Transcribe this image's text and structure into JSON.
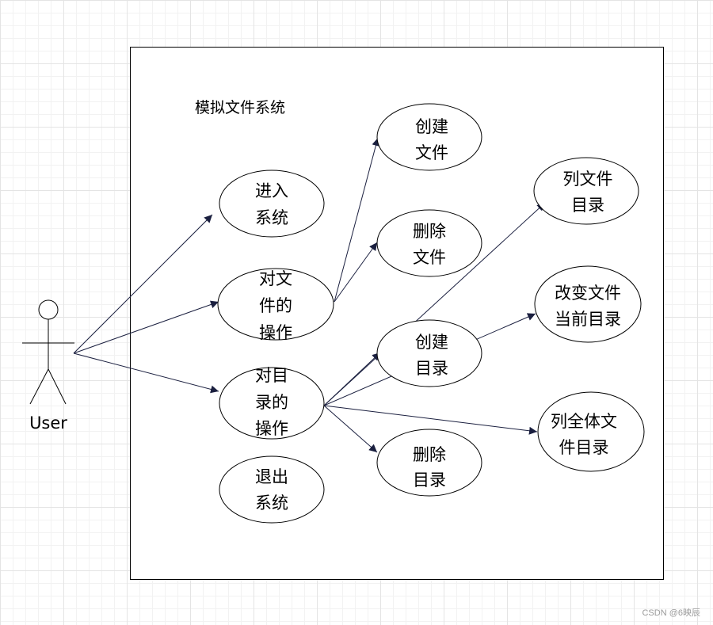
{
  "system": {
    "title": "模拟文件系统"
  },
  "actor": {
    "label": "User"
  },
  "use_cases": {
    "enter_system": [
      "进入",
      "系统"
    ],
    "file_operations": [
      "对文",
      "件的",
      "操作"
    ],
    "dir_operations": [
      "对目",
      "录的",
      "操作"
    ],
    "exit_system": [
      "退出",
      "系统"
    ],
    "create_file": [
      "创建",
      "文件"
    ],
    "delete_file": [
      "删除",
      "文件"
    ],
    "create_dir": [
      "创建",
      "目录"
    ],
    "delete_dir": [
      "删除",
      "目录"
    ],
    "list_file_dir": [
      "列文件",
      "目录"
    ],
    "change_current_dir": [
      "改变文件",
      "当前目录"
    ],
    "list_all_file_dirs": [
      "列全体文",
      "件目录"
    ]
  },
  "watermark": "CSDN @6映辰",
  "colors": {
    "arrow": "#1a1f3f",
    "outline": "#000000",
    "watermark": "#9a9a9a"
  }
}
